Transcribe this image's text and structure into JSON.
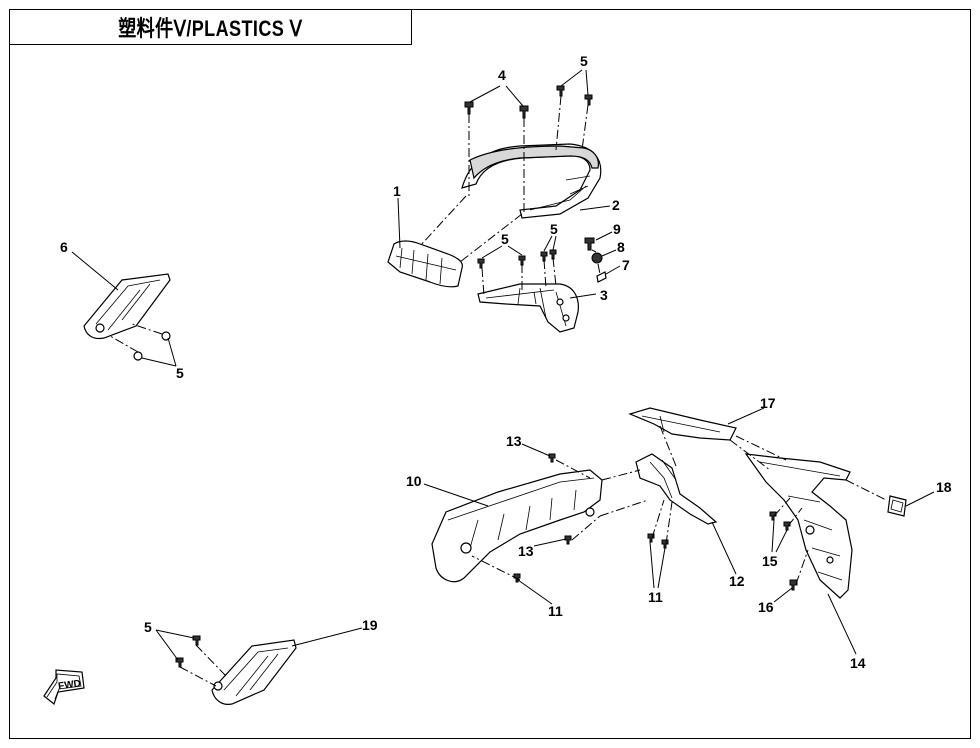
{
  "title": "塑料件Ⅴ/PLASTICS Ⅴ",
  "callouts": [
    "1",
    "2",
    "3",
    "4",
    "5",
    "5",
    "5",
    "5",
    "5",
    "6",
    "7",
    "8",
    "9",
    "10",
    "11",
    "11",
    "12",
    "13",
    "13",
    "14",
    "15",
    "16",
    "17",
    "18",
    "19"
  ],
  "orientation_badge": "FWD"
}
